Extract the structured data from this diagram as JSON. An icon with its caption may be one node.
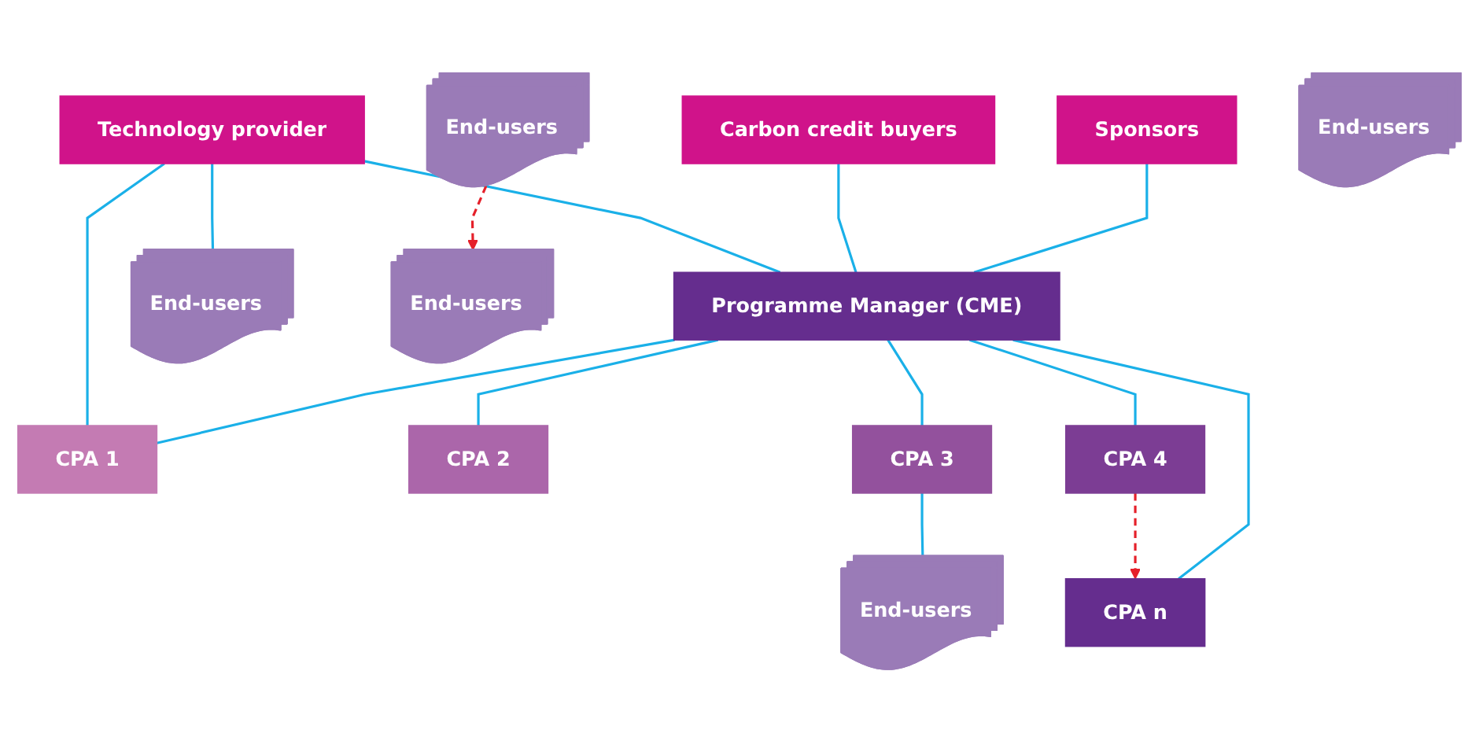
{
  "diagram": {
    "nodes": [
      {
        "text": [
          "Sponsors"
        ]
      },
      {
        "text": [
          "Carbon credit buyers"
        ]
      },
      {
        "text": [
          "Technology provider"
        ]
      },
      {
        "text": [
          "Programme Manager (CME)"
        ]
      },
      {
        "text": [
          "CPA 1"
        ]
      },
      {
        "text": [
          "CPA 2"
        ]
      },
      {
        "text": [
          "CPA 3"
        ]
      },
      {
        "text": [
          "CPA 4"
        ]
      },
      {
        "text": [
          "CPA n"
        ]
      },
      {
        "text": [
          "End-users"
        ]
      },
      {
        "text": [
          "End-users"
        ]
      },
      {
        "text": [
          "End-users"
        ]
      },
      {
        "text": [
          "End-users"
        ]
      },
      {
        "text": [
          "End-users"
        ]
      }
    ],
    "edges": [
      {
        "from": 0,
        "to": 3,
        "arrow": "none"
      },
      {
        "from": 1,
        "to": 3,
        "arrow": "none"
      },
      {
        "from": 2,
        "to": 3,
        "arrow": "none"
      },
      {
        "from": 3,
        "to": 4,
        "arrow": "none"
      },
      {
        "from": 3,
        "to": 5,
        "arrow": "none"
      },
      {
        "from": 3,
        "to": 6,
        "arrow": "none"
      },
      {
        "from": 3,
        "to": 7,
        "arrow": "none"
      },
      {
        "from": 3,
        "to": 8,
        "arrow": "none"
      },
      {
        "from": 2,
        "to": 4,
        "arrow": "none"
      },
      {
        "from": 2,
        "to": 9,
        "arrow": "none"
      },
      {
        "from": 6,
        "to": 11,
        "arrow": "none"
      },
      {
        "from": 7,
        "to": 8,
        "arrow": "to",
        "style": "dashed",
        "color": "#e5202a"
      },
      {
        "from": 12,
        "to": 13,
        "arrow": "to",
        "style": "dashed",
        "color": "#e5202a"
      }
    ]
  }
}
